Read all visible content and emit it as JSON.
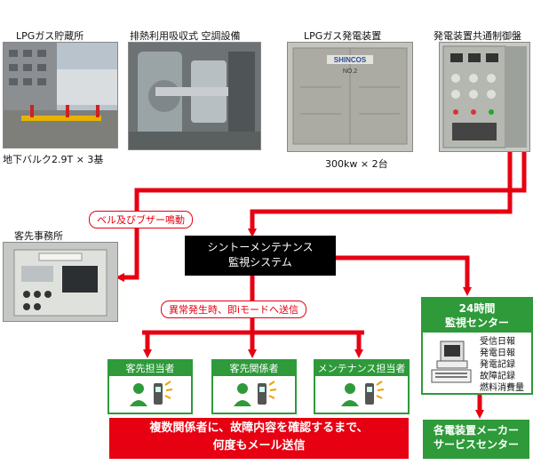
{
  "photos": {
    "lpg_storage": {
      "caption": "LPGガス貯蔵所",
      "note": "地下バルク2.9T × 3基"
    },
    "absorption_ac": {
      "caption": "排熱利用吸収式 空調設備"
    },
    "lpg_generator": {
      "caption": "LPGガス発電装置",
      "note": "300kw × 2台",
      "brand": "SHINCOS",
      "unit": "NO.2"
    },
    "control_panel": {
      "caption": "発電装置共通制御盤"
    },
    "client_office": {
      "caption": "客先事務所"
    }
  },
  "labels": {
    "bell_buzzer": "ベル及びブザー鳴動",
    "abnormal_send": "異常発生時、即iモードへ送信"
  },
  "system": {
    "line1": "シントーメンテナンス",
    "line2": "監視システム"
  },
  "contacts": [
    {
      "title": "客先担当者"
    },
    {
      "title": "客先関係者"
    },
    {
      "title": "メンテナンス担当者"
    }
  ],
  "message": {
    "line1": "複数関係者に、故障内容を確認するまで、",
    "line2": "何度もメール送信"
  },
  "center": {
    "line1": "24時間",
    "line2": "監視センター",
    "records": [
      "受信日報",
      "発電日報",
      "発電記録",
      "故障記録",
      "燃料消費量"
    ]
  },
  "maker": {
    "line1": "各電装置メーカー",
    "line2": "サービスセンター"
  },
  "colors": {
    "red": "#e60012",
    "green": "#2e9a3a",
    "black": "#000000"
  }
}
